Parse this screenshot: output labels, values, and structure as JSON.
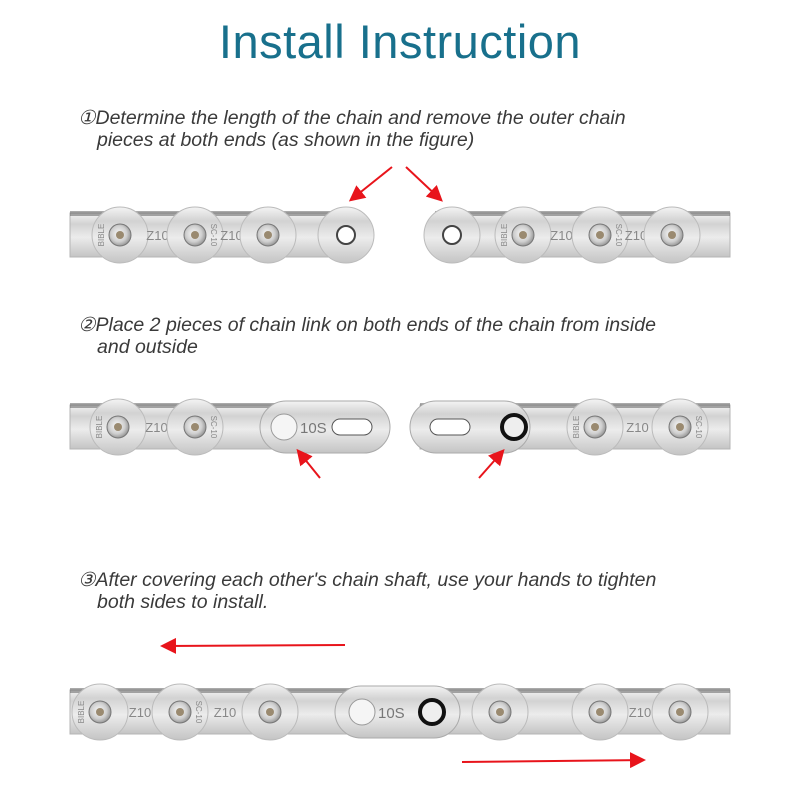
{
  "header": {
    "title": "Install Instruction"
  },
  "steps": [
    {
      "number": "①",
      "line1": "Determine the length of the chain and remove the outer chain",
      "line2": "pieces at both ends (as shown in the figure)"
    },
    {
      "number": "②",
      "line1": "Place 2 pieces of chain link on both ends of the chain from inside",
      "line2": "and outside"
    },
    {
      "number": "③",
      "line1": "After covering each other's chain shaft, use your hands to tighten",
      "line2": "both sides to install."
    }
  ],
  "product_markings": {
    "link_size": "10S",
    "model": "Z10",
    "brand": "BIBLE",
    "sc": "SC-10"
  },
  "colors": {
    "title": "#18708c",
    "arrow": "#e8141b",
    "text": "#3a3a3a"
  }
}
